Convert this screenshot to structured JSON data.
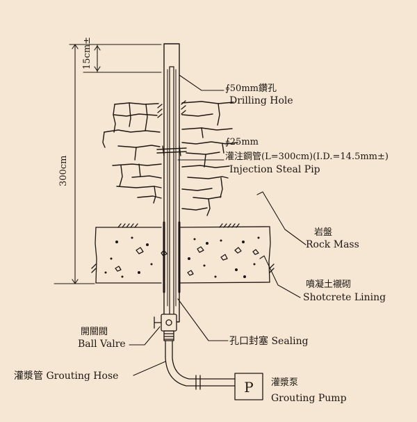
{
  "diagram": {
    "dimensions": {
      "spacing": "15cm±",
      "length": "300cm"
    },
    "labels": {
      "drilling_hole_cn": "∮50mm鑽孔",
      "drilling_hole_en": "Drilling Hole",
      "pipe_dia": "∮25mm",
      "pipe_cn": "灌注鋼管(L=300cm)(I.D.=14.5mm±)",
      "pipe_en": "Injection Steal Pip",
      "rock_cn": "岩盤",
      "rock_en": "Rock Mass",
      "shotcrete_cn": "噴凝土襯砌",
      "shotcrete_en": "Shotcrete Lining",
      "valve_cn": "開關閥",
      "valve_en": "Ball Valre",
      "sealing": "孔口封塞 Sealing",
      "hose": "灌漿管 Grouting Hose",
      "pump_letter": "P",
      "pump_cn": "灌漿泵",
      "pump_en": "Grouting Pump"
    }
  },
  "colors": {
    "background": "#f6e6d4",
    "ink": "#1c1712"
  }
}
